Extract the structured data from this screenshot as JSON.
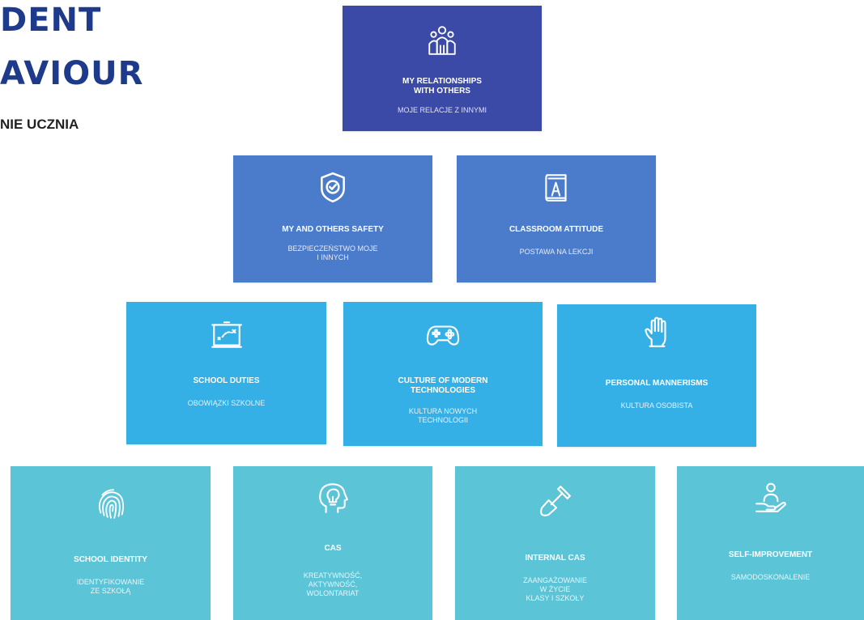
{
  "header": {
    "title_line1": "DENT",
    "title_line2": "AVIOUR",
    "subtitle": "NIE UCZNIA"
  },
  "colors": {
    "title": "#1e3a8a",
    "row1": "#3a4aa6",
    "row2": "#4b7ccb",
    "row3": "#35b0e6",
    "row4": "#5bc4d7"
  },
  "cards": {
    "relationships": {
      "icon": "people-group-icon",
      "en": "MY RELATIONSHIPS\nWITH OTHERS",
      "pl": "MOJE RELACJE Z INNYMI"
    },
    "safety": {
      "icon": "shield-check-icon",
      "en": "MY AND OTHERS SAFETY",
      "pl": "BEZPIECZEŃSTWO MOJE\nI INNYCH"
    },
    "attitude": {
      "icon": "book-icon",
      "en": "CLASSROOM ATTITUDE",
      "pl": "POSTAWA NA LEKCJI"
    },
    "duties": {
      "icon": "chalkboard-icon",
      "en": "SCHOOL DUTIES",
      "pl": "OBOWIĄZKI SZKOLNE"
    },
    "technologies": {
      "icon": "gamepad-icon",
      "en": "CULTURE OF MODERN\nTECHNOLOGIES",
      "pl": "KULTURA NOWYCH\nTECHNOLOGII"
    },
    "mannerisms": {
      "icon": "raised-hand-icon",
      "en": "PERSONAL MANNERISMS",
      "pl": "KULTURA OSOBISTA"
    },
    "identity": {
      "icon": "fingerprint-icon",
      "en": "SCHOOL IDENTITY",
      "pl": "IDENTYFIKOWANIE\nZE SZKOŁĄ"
    },
    "cas": {
      "icon": "head-lightbulb-icon",
      "en": "CAS",
      "pl": "KREATYWNOŚĆ,\nAKTYWNOŚĆ,\nWOLONTARIAT"
    },
    "internal_cas": {
      "icon": "shovel-icon",
      "en": "INTERNAL CAS",
      "pl": "ZAANGAŻOWANIE\nW ŻYCIE\nKLASY I SZKOŁY"
    },
    "self_improvement": {
      "icon": "hand-person-icon",
      "en": "SELF-IMPROVEMENT",
      "pl": "SAMODOSKONALENIE"
    }
  }
}
